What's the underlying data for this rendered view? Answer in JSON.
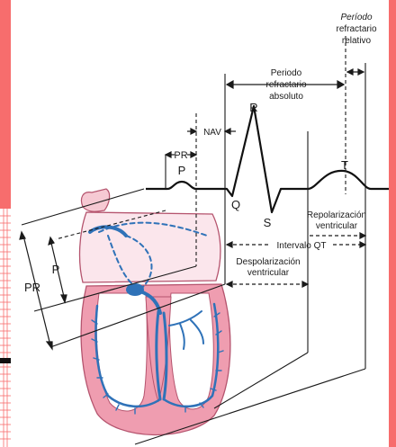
{
  "colors": {
    "frame": "#f76d6d",
    "paper": "#ffffff",
    "ink": "#1a1a1a",
    "heart_fill": "#ef9db0",
    "heart_edge": "#b5546e",
    "conduction": "#2f72b8"
  },
  "labels": {
    "refractory_relative_1": "Período",
    "refractory_relative_2": "refractario",
    "refractory_relative_3": "relativo",
    "refractory_absolute_1": "Periodo",
    "refractory_absolute_2": "refractario",
    "refractory_absolute_3": "absoluto",
    "r_wave": "R",
    "nav": "NAV",
    "pr_top": "PR",
    "p_wave": "P",
    "t_wave": "T",
    "q_wave": "Q",
    "s_wave": "S",
    "repolarization_1": "Repolarización",
    "repolarization_2": "ventricular",
    "qt_interval": "Intervalo QT",
    "depolarization_1": "Despolarización",
    "depolarization_2": "ventricular",
    "p_side": "P",
    "pr_side": "PR"
  }
}
